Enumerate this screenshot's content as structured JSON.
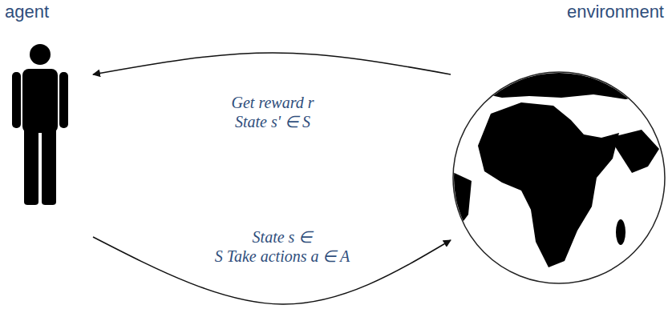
{
  "diagram": {
    "nodes": [
      {
        "text": [
          "agent"
        ]
      },
      {
        "text": [
          "environment"
        ]
      }
    ],
    "edges": [
      {
        "from": 1,
        "to": 0,
        "arrow": "to",
        "label": "Get reward r State s' ∈ S"
      },
      {
        "from": 0,
        "to": 1,
        "arrow": "to",
        "label": "State s ∈ S Take actions a ∈ A"
      }
    ]
  }
}
